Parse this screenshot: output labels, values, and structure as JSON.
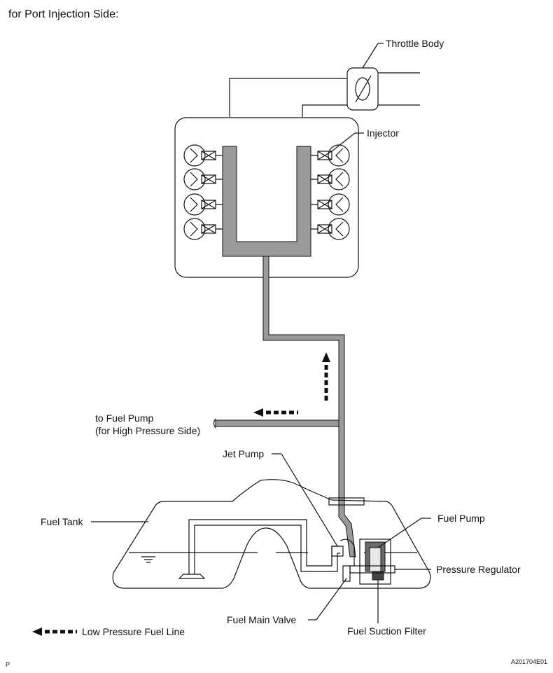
{
  "header": {
    "title": "for Port Injection Side:"
  },
  "labels": {
    "throttle_body": "Throttle Body",
    "injector": "Injector",
    "to_fuel_pump_line1": "to Fuel Pump",
    "to_fuel_pump_line2": "(for High Pressure Side)",
    "jet_pump": "Jet Pump",
    "fuel_pump": "Fuel Pump",
    "fuel_tank": "Fuel Tank",
    "pressure_regulator": "Pressure Regulator",
    "fuel_main_valve": "Fuel Main Valve",
    "fuel_suction_filter": "Fuel Suction Filter"
  },
  "legend": {
    "low_pressure": "Low Pressure Fuel Line"
  },
  "footer": {
    "left_mark": "P",
    "figure_code": "A201704E01"
  }
}
